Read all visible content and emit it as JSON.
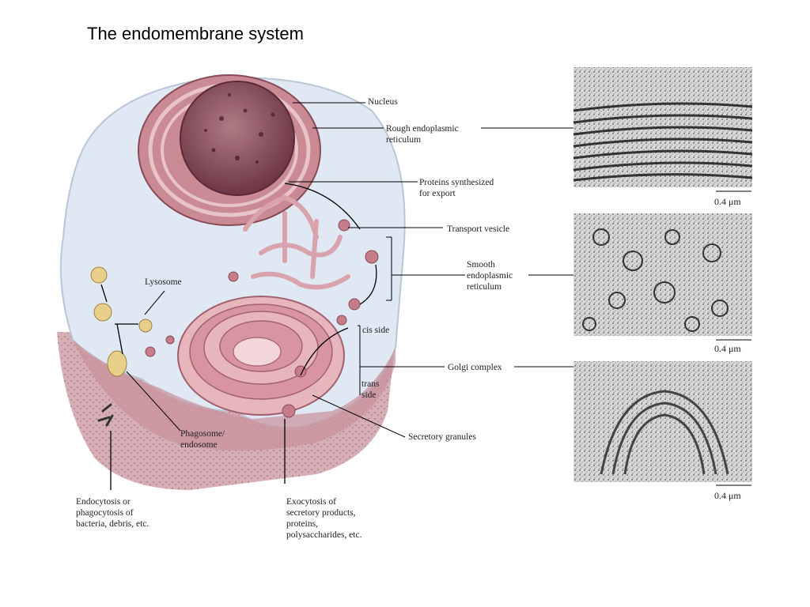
{
  "slide": {
    "title": "The endomembrane system"
  },
  "labels": {
    "nucleus": "Nucleus",
    "rough_er": "Rough endoplasmic\nreticulum",
    "proteins": "Proteins synthesized\nfor export",
    "transport_vesicle": "Transport vesicle",
    "smooth_er": "Smooth\nendoplasmic\nreticulum",
    "lysosome": "Lysosome",
    "cis_side": "cis side",
    "golgi": "Golgi complex",
    "trans_side": "trans\nside",
    "secretory_granules": "Secretory granules",
    "phagosome": "Phagosome/\nendosome",
    "endocytosis": "Endocytosis or\nphagocytosis of\nbacteria, debris, etc.",
    "exocytosis": "Exocytosis of\nsecretory products,\nproteins,\npolysaccharides, etc."
  },
  "micrographs": [
    {
      "scale": "0.4 μm"
    },
    {
      "scale": "0.4 μm"
    },
    {
      "scale": "0.4 μm"
    }
  ],
  "colors": {
    "cytoplasm": "#dfe8f3",
    "membrane_pink": "#c98a94",
    "nucleus": "#8b4f5c",
    "extracellular": "#cfa5ad"
  }
}
